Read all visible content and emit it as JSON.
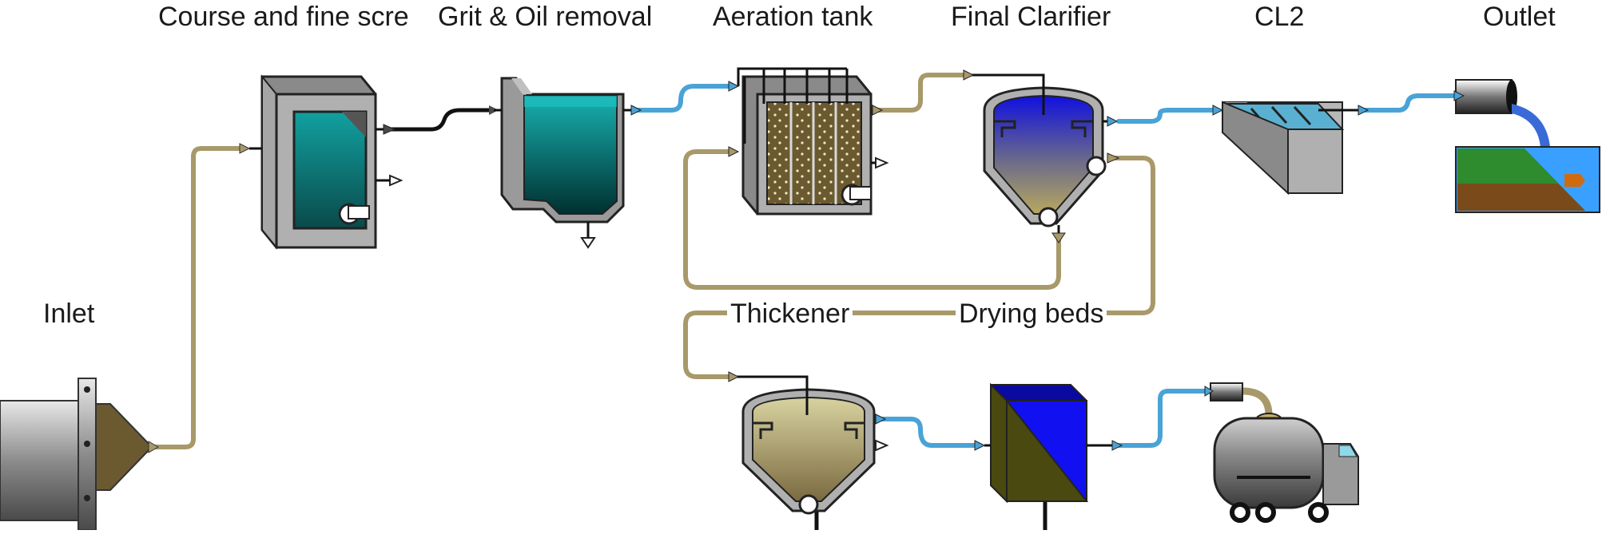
{
  "diagram": {
    "labels": {
      "screens": "Course and fine scre",
      "grit": "Grit & Oil removal",
      "aeration": "Aeration tank",
      "clarifier": "Final Clarifier",
      "cl2": "CL2",
      "outlet": "Outlet",
      "inlet": "Inlet",
      "thickener": "Thickener",
      "drying": "Drying beds"
    },
    "colors": {
      "sludge_pipe": "#a8996a",
      "water_pipe": "#4aa3d6",
      "teal": "#0f8f8f",
      "clarifier_blue": "#1a1ad6",
      "drying_blue": "#1010f0",
      "drying_olive": "#4a4a10",
      "grass": "#2e8b2e",
      "soil": "#7a4a1a",
      "water": "#3aa0ff",
      "fish": "#d06a10",
      "steel": "#9a9a9a"
    }
  }
}
